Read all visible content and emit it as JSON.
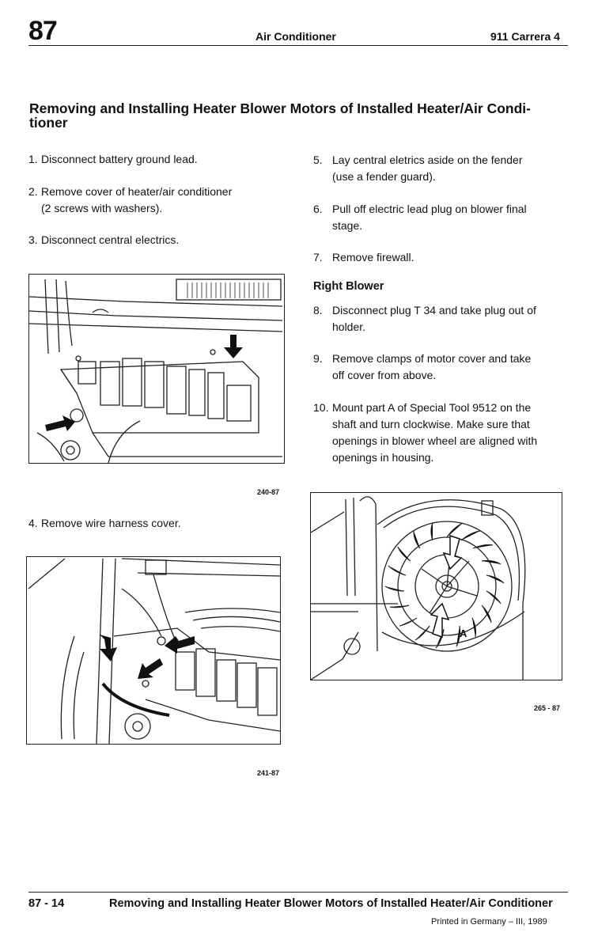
{
  "header": {
    "section_number": "87",
    "section_title": "Air Conditioner",
    "model": "911 Carrera 4"
  },
  "title": "Removing and Installing Heater Blower Motors of Installed Heater/Air Condi-tioner",
  "left_steps": [
    {
      "num": "1.",
      "lines": [
        "Disconnect battery ground lead."
      ]
    },
    {
      "num": "2.",
      "lines": [
        "Remove cover of heater/air conditioner",
        "(2 screws with washers)."
      ]
    },
    {
      "num": "3.",
      "lines": [
        "Disconnect central electrics."
      ]
    },
    {
      "num": "4.",
      "lines": [
        "Remove wire harness cover."
      ]
    }
  ],
  "right_steps": [
    {
      "num": "5.",
      "lines": [
        "Lay central eletrics aside on the fender",
        "(use a fender guard)."
      ]
    },
    {
      "num": "6.",
      "lines": [
        "Pull off electric lead plug on blower final",
        "stage."
      ]
    },
    {
      "num": "7.",
      "lines": [
        "Remove firewall."
      ]
    },
    {
      "num": "8.",
      "lines": [
        "Disconnect plug T 34 and take plug out of",
        "holder."
      ]
    },
    {
      "num": "9.",
      "lines": [
        "Remove clamps of motor cover and take",
        "off cover from above."
      ]
    },
    {
      "num": "10.",
      "lines": [
        "Mount part A of Special Tool 9512 on the",
        "shaft and turn clockwise. Make sure that",
        "openings in blower wheel are aligned with",
        "openings in housing."
      ]
    }
  ],
  "subheading": "Right Blower",
  "figures": {
    "fig1_caption": "240-87",
    "fig2_caption": "241-87",
    "fig3_caption": "265 - 87",
    "fig3_label": "A"
  },
  "footer": {
    "page": "87 - 14",
    "title": "Removing and Installing Heater Blower Motors of Installed Heater/Air Conditioner",
    "printed": "Printed in Germany – III, 1989"
  }
}
